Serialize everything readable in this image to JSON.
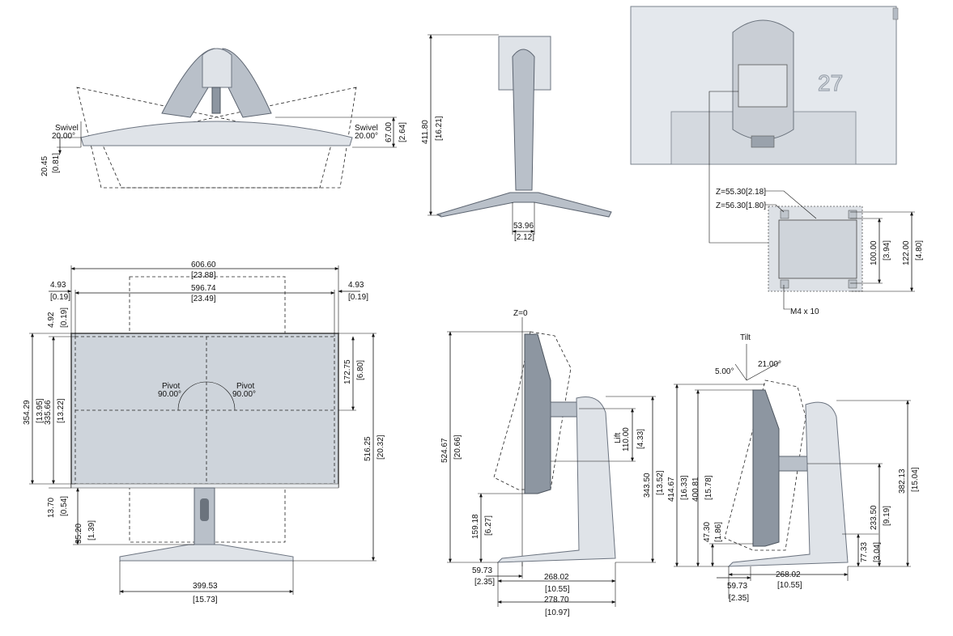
{
  "top_view": {
    "swivel_left_word": "Swivel",
    "swivel_left_angle": "20.00°",
    "swivel_right_word": "Swivel",
    "swivel_right_angle": "20.00°",
    "depth_mm": "67.00",
    "depth_in": "[2.64]",
    "edge_mm": "20.45",
    "edge_in": "[0.81]"
  },
  "side_stand": {
    "height_mm": "411.80",
    "height_in": "[16.21]",
    "neck_mm": "53.96",
    "neck_in": "[2.12]"
  },
  "back_view": {
    "z1": "Z=55.30[2.18]",
    "z2": "Z=56.30[1.80]",
    "vesa_inner_mm": "100.00",
    "vesa_inner_in": "[3.94]",
    "vesa_outer_mm": "122.00",
    "vesa_outer_in": "[4.80]",
    "screw": "M4 x 10"
  },
  "front_view": {
    "overall_width_mm": "606.60",
    "overall_width_in": "[23.88]",
    "active_width_mm": "596.74",
    "active_width_in": "[23.49]",
    "bezel_left_mm": "4.93",
    "bezel_left_in": "[0.19]",
    "bezel_right_mm": "4.93",
    "bezel_right_in": "[0.19]",
    "bezel_top_mm": "4.92",
    "bezel_top_in": "[0.19]",
    "pivot_left_word": "Pivot",
    "pivot_left_angle": "90.00°",
    "pivot_right_word": "Pivot",
    "pivot_right_angle": "90.00°",
    "half_height_mm": "172.75",
    "half_height_in": "[6.80]",
    "outer_height_mm": "354.29",
    "outer_height_in": "[13.95]",
    "active_height_mm": "335.66",
    "active_height_in": "[13.22]",
    "total_height_mm": "516.25",
    "total_height_in": "[20.32]",
    "chin_mm": "13.70",
    "chin_in": "[0.54]",
    "gap_mm": "35.20",
    "gap_in": "[1.39]",
    "base_width_mm": "399.53",
    "base_width_in": "[15.73]"
  },
  "side_lift": {
    "z_label": "Z=0",
    "max_height_mm": "524.67",
    "max_height_in": "[20.66]",
    "lift_word": "Lift",
    "lift_mm": "110.00",
    "lift_in": "[4.33]",
    "stand_height_mm": "343.50",
    "stand_height_in": "[13.52]",
    "bottom_mm": "159.18",
    "bottom_in": "[6.27]",
    "offset_mm": "59.73",
    "offset_in": "[2.35]",
    "base_depth_mm": "268.02",
    "base_depth_in": "[10.55]",
    "total_depth_mm": "278.70",
    "total_depth_in": "[10.97]"
  },
  "side_tilt": {
    "tilt_word": "Tilt",
    "tilt_back": "5.00°",
    "tilt_fwd": "21.00°",
    "h1_mm": "414.67",
    "h1_in": "[16.33]",
    "h2_mm": "400.81",
    "h2_in": "[15.78]",
    "bottom_mm": "47.30",
    "bottom_in": "[1.86]",
    "arm_mm": "233.50",
    "arm_in": "[9.19]",
    "total_mm": "382.13",
    "total_in": "[15.04]",
    "foot_mm": "77.33",
    "foot_in": "[3.04]",
    "offset_mm": "59.73",
    "offset_in": "[2.35]",
    "depth_mm": "268.02",
    "depth_in": "[10.55]"
  }
}
